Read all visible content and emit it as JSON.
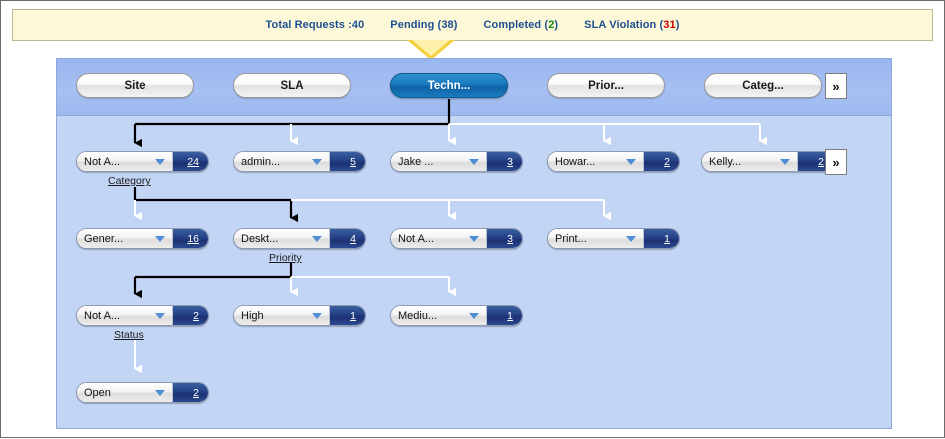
{
  "summary": {
    "total_label": "Total Requests :",
    "total_value": "40",
    "pending_label": "Pending",
    "pending_open": "(",
    "pending_value": "38",
    "pending_close": ")",
    "completed_label": "Completed",
    "completed_open": "(",
    "completed_value": "2",
    "completed_close": ")",
    "sla_label": "SLA Violation",
    "sla_open": "(",
    "sla_value": "31",
    "sla_close": ")",
    "colors": {
      "bar_bg": "#fcf8d8",
      "bar_border": "#b9b98f",
      "link_blue": "#1d4f91",
      "completed_green": "#0c8a19",
      "sla_red": "#cc0000",
      "pointer_yellow": "#f4d03f"
    }
  },
  "tabs": {
    "items": [
      {
        "label": "Site",
        "selected": false
      },
      {
        "label": "SLA",
        "selected": false
      },
      {
        "label": "Techn...",
        "selected": true
      },
      {
        "label": "Prior...",
        "selected": false
      },
      {
        "label": "Categ...",
        "selected": false
      }
    ],
    "more_label": "»",
    "selected_index": 2
  },
  "panel": {
    "bg_color": "#c3d5f5",
    "header_color": "#a7c0f2",
    "rows_more_label": "»"
  },
  "drilldown": {
    "rows": [
      {
        "axis_label": "Category",
        "axis_label_under_index": 0,
        "selected_index": 0,
        "has_more": true,
        "nodes": [
          {
            "value": "Not A...",
            "count": "24"
          },
          {
            "value": "admin...",
            "count": "5"
          },
          {
            "value": "Jake ...",
            "count": "3"
          },
          {
            "value": "Howar...",
            "count": "2"
          },
          {
            "value": "Kelly...",
            "count": "2"
          }
        ]
      },
      {
        "axis_label": "Priority",
        "axis_label_under_index": 1,
        "selected_index": 1,
        "has_more": false,
        "nodes": [
          {
            "value": "Gener...",
            "count": "16"
          },
          {
            "value": "Deskt...",
            "count": "4"
          },
          {
            "value": "Not A...",
            "count": "3"
          },
          {
            "value": "Print...",
            "count": "1"
          }
        ]
      },
      {
        "axis_label": "Status",
        "axis_label_under_index": 0,
        "selected_index": 0,
        "has_more": false,
        "nodes": [
          {
            "value": "Not A...",
            "count": "2"
          },
          {
            "value": "High",
            "count": "1"
          },
          {
            "value": "Mediu...",
            "count": "1"
          }
        ]
      },
      {
        "axis_label": "",
        "axis_label_under_index": -1,
        "selected_index": -1,
        "has_more": false,
        "nodes": [
          {
            "value": "Open",
            "count": "2"
          }
        ]
      }
    ]
  }
}
